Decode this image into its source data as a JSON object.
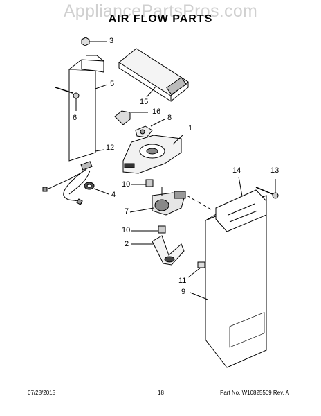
{
  "header": {
    "watermark": "AppliancePartsPros.com",
    "title": "AIR FLOW PARTS"
  },
  "callouts": [
    "3",
    "5",
    "6",
    "15",
    "16",
    "8",
    "1",
    "12",
    "14",
    "13",
    "10",
    "4",
    "7",
    "10",
    "2",
    "11",
    "9"
  ],
  "footer": {
    "date": "07/28/2015",
    "page": "18",
    "part_number": "Part No. W10825509  Rev. A"
  }
}
